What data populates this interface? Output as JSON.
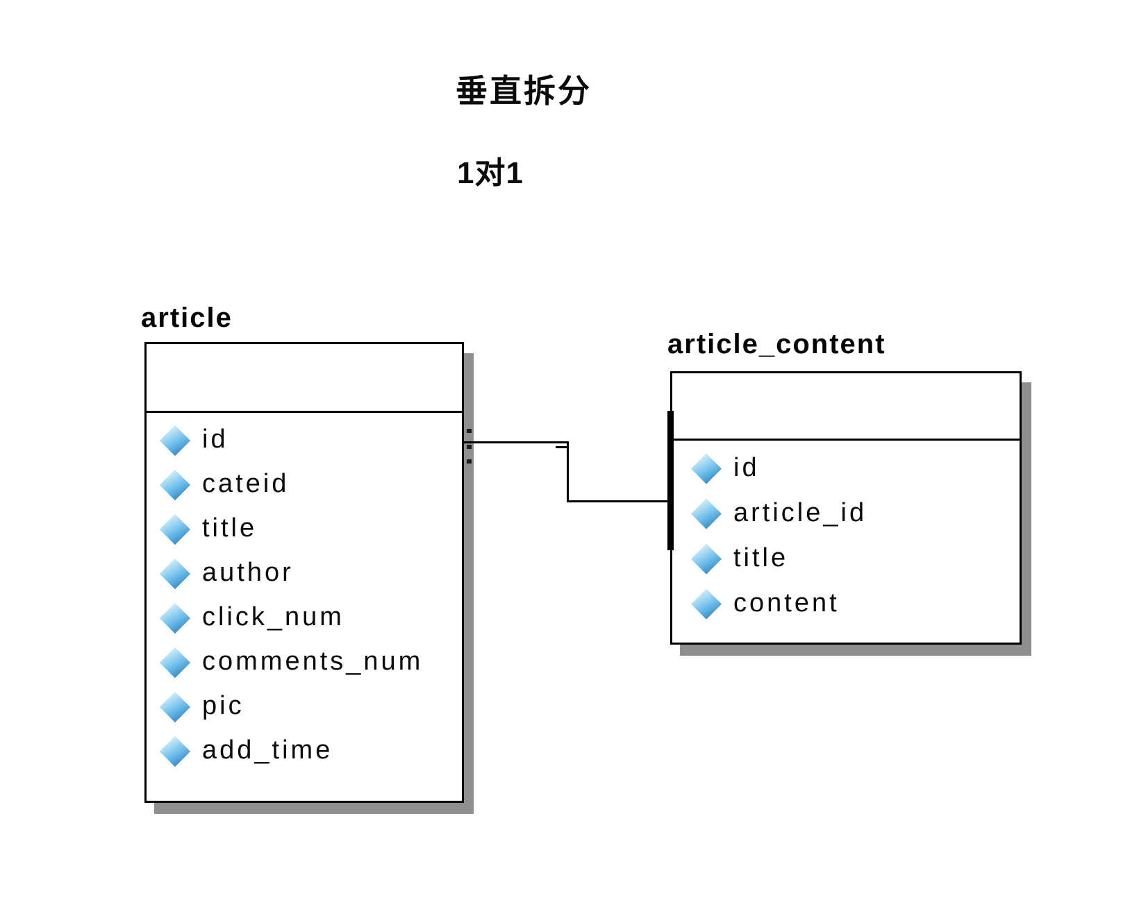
{
  "headings": {
    "title": "垂直拆分",
    "subtitle": "1对1"
  },
  "diagram": {
    "tables": [
      {
        "name": "article",
        "fields": [
          "id",
          "cateid",
          "title",
          "author",
          "click_num",
          "comments_num",
          "pic",
          "add_time"
        ]
      },
      {
        "name": "article_content",
        "fields": [
          "id",
          "article_id",
          "title",
          "content"
        ]
      }
    ],
    "connector": {
      "from": "article",
      "to": "article_content",
      "cardinality": "1对1"
    },
    "colors": {
      "border": "#000000",
      "shadow": "#8f8f8f",
      "text": "#0a0a0a",
      "icon_blue_light": "#c3e5f7",
      "icon_blue": "#6dbdea",
      "icon_blue_dark": "#2f87c1"
    }
  }
}
